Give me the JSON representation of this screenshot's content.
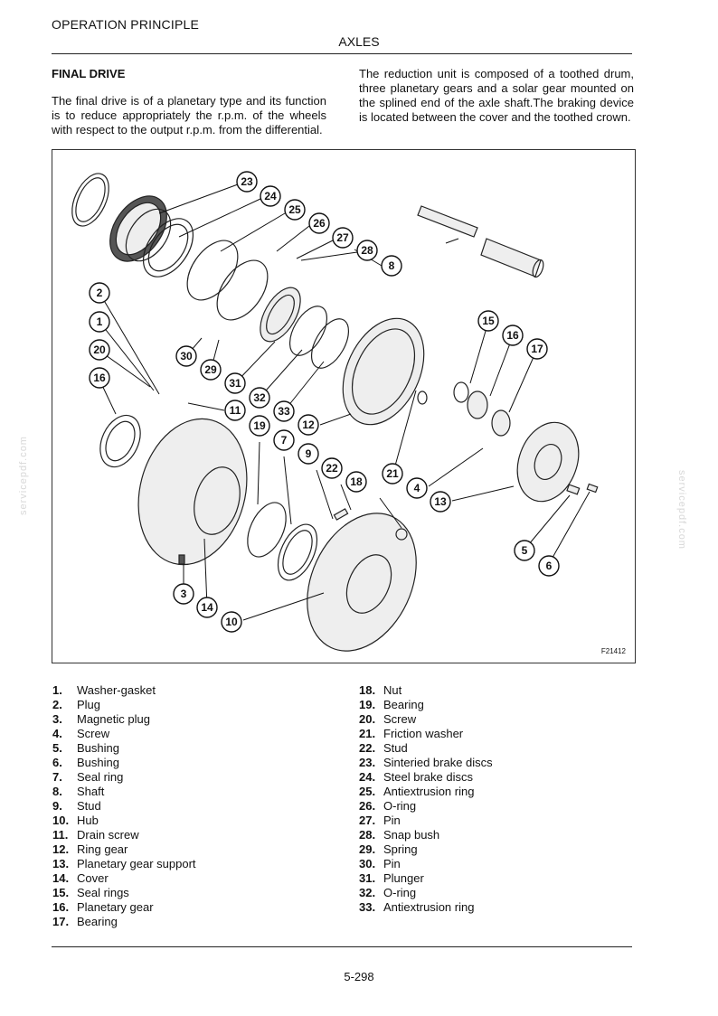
{
  "header": {
    "section": "OPERATION PRINCIPLE",
    "chapter": "AXLES"
  },
  "intro": {
    "title": "FINAL DRIVE",
    "left_text": "The final drive is of a planetary type and its function is to reduce appropriately the r.p.m. of the wheels with respect to the output r.p.m. from the differential.",
    "right_text": "The reduction unit is composed of a toothed drum, three planetary gears and a solar gear mounted on the splined end of the axle shaft.The braking device is located between the cover and the toothed crown."
  },
  "figure": {
    "code": "F21412",
    "callouts": [
      "1",
      "2",
      "3",
      "4",
      "5",
      "6",
      "7",
      "8",
      "9",
      "10",
      "11",
      "12",
      "13",
      "14",
      "15",
      "16",
      "17",
      "18",
      "19",
      "20",
      "21",
      "22",
      "23",
      "24",
      "25",
      "26",
      "27",
      "28",
      "29",
      "30",
      "31",
      "32",
      "33"
    ]
  },
  "legend_left": [
    {
      "num": "1.",
      "label": "Washer-gasket"
    },
    {
      "num": "2.",
      "label": "Plug"
    },
    {
      "num": "3.",
      "label": "Magnetic plug"
    },
    {
      "num": "4.",
      "label": "Screw"
    },
    {
      "num": "5.",
      "label": "Bushing"
    },
    {
      "num": "6.",
      "label": "Bushing"
    },
    {
      "num": "7.",
      "label": "Seal ring"
    },
    {
      "num": "8.",
      "label": "Shaft"
    },
    {
      "num": "9.",
      "label": "Stud"
    },
    {
      "num": "10.",
      "label": "Hub"
    },
    {
      "num": "11.",
      "label": "Drain screw"
    },
    {
      "num": "12.",
      "label": "Ring gear"
    },
    {
      "num": "13.",
      "label": "Planetary gear support"
    },
    {
      "num": "14.",
      "label": "Cover"
    },
    {
      "num": "15.",
      "label": "Seal rings"
    },
    {
      "num": "16.",
      "label": "Planetary gear"
    },
    {
      "num": "17.",
      "label": "Bearing"
    }
  ],
  "legend_right": [
    {
      "num": "18.",
      "label": "Nut"
    },
    {
      "num": "19.",
      "label": "Bearing"
    },
    {
      "num": "20.",
      "label": "Screw"
    },
    {
      "num": "21.",
      "label": "Friction washer"
    },
    {
      "num": "22.",
      "label": "Stud"
    },
    {
      "num": "23.",
      "label": "Sinteried brake discs"
    },
    {
      "num": "24.",
      "label": "Steel brake discs"
    },
    {
      "num": "25.",
      "label": "Antiextrusion ring"
    },
    {
      "num": "26.",
      "label": "O-ring"
    },
    {
      "num": "27.",
      "label": "Pin"
    },
    {
      "num": "28.",
      "label": "Snap bush"
    },
    {
      "num": "29.",
      "label": "Spring"
    },
    {
      "num": "30.",
      "label": "Pin"
    },
    {
      "num": "31.",
      "label": "Plunger"
    },
    {
      "num": "32.",
      "label": "O-ring"
    },
    {
      "num": "33.",
      "label": "Antiextrusion ring"
    }
  ],
  "footer": {
    "page": "5-298"
  },
  "watermark": "servicepdf.com"
}
